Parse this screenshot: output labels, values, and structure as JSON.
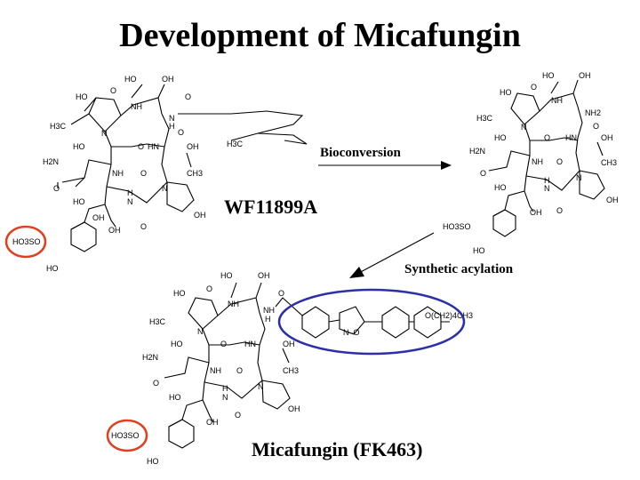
{
  "title": "Development of Micafungin",
  "compounds": {
    "wf": "WF11899A",
    "mica": "Micafungin (FK463)"
  },
  "steps": {
    "bioconversion": "Bioconversion",
    "acylation": "Synthetic acylation"
  },
  "atoms": {
    "ho": "HO",
    "oh": "OH",
    "nh": "NH",
    "hn": "HN",
    "n": "N",
    "h": "H",
    "o": "O",
    "h3c": "H3C",
    "ch3": "CH3",
    "h2n": "H2N",
    "nh2": "NH2",
    "ho3so": "HO3SO",
    "no": "N–O",
    "tail": "O(CH2)4CH3"
  },
  "colors": {
    "sulfate_highlight": "#e0401f",
    "side_chain_highlight": "#2c2fa8"
  }
}
